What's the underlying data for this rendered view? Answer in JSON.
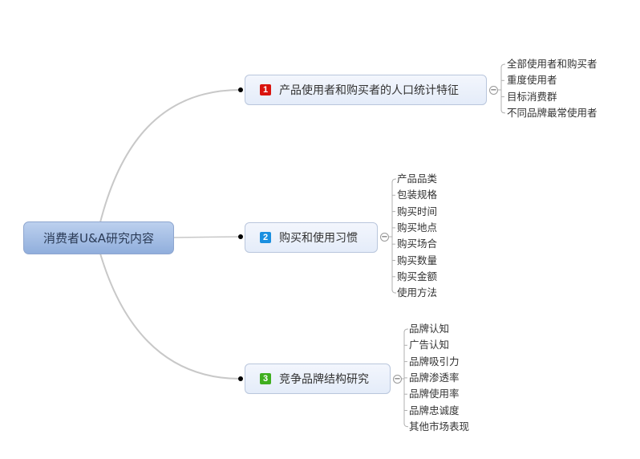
{
  "central": {
    "label": "消费者U&A研究内容"
  },
  "branches": [
    {
      "number": "1",
      "label": "产品使用者和购买者的人口统计特征",
      "badge_color": "#d9140e",
      "collapse_symbol": "−",
      "leaves": [
        "全部使用者和购买者",
        "重度使用者",
        "目标消费群",
        "不同品牌最常使用者"
      ]
    },
    {
      "number": "2",
      "label": "购买和使用习惯",
      "badge_color": "#1a8fe0",
      "collapse_symbol": "−",
      "leaves": [
        "产品品类",
        "包装规格",
        "购买时间",
        "购买地点",
        "购买场合",
        "购买数量",
        "购买金额",
        "使用方法"
      ]
    },
    {
      "number": "3",
      "label": "竞争品牌结构研究",
      "badge_color": "#3fae1f",
      "collapse_symbol": "−",
      "leaves": [
        "品牌认知",
        "广告认知",
        "品牌吸引力",
        "品牌渗透率",
        "品牌使用率",
        "品牌忠诚度",
        "其他市场表现"
      ]
    }
  ],
  "colors": {
    "wire": "#c8c8c8",
    "bracket": "#b0b0b0"
  }
}
